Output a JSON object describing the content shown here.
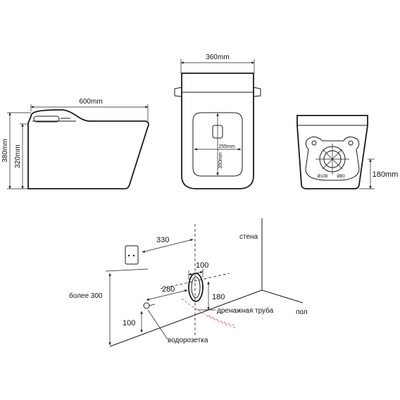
{
  "top_views": {
    "side": {
      "width_label": "600mm",
      "height_outer_label": "380mm",
      "height_inner_label": "320mm"
    },
    "front": {
      "width_label": "360mm",
      "inner_width_label": "255mm",
      "inner_height_label": "350mm"
    },
    "rear": {
      "height_label": "180mm",
      "dia_large_label": "Ø108",
      "dia_small_label": "Ø80"
    }
  },
  "install": {
    "wall_label": "стена",
    "floor_label": "пол",
    "dim_330": "330",
    "dim_100_top": "100",
    "dim_280": "280",
    "dim_180": "180",
    "dim_100_left": "100",
    "more_than_300": "более 300",
    "drain_label": "дренажная труба",
    "socket_label": "водорозетка"
  },
  "colors": {
    "stroke": "#1a1a1a",
    "pink_dash": "#b04070"
  }
}
